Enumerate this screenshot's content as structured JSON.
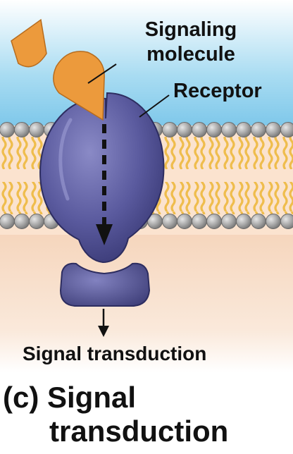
{
  "labels": {
    "signaling_molecule": [
      "Signaling",
      "molecule"
    ],
    "receptor": "Receptor",
    "signal_transduction": "Signal transduction"
  },
  "caption": {
    "line1": "(c) Signal",
    "line2": "transduction"
  },
  "colors": {
    "extracellular": "#8fd0ee",
    "cytoplasm": "#f6dbc4",
    "receptor": "#5a5a9e",
    "receptor_shadow": "#3d3d78",
    "signaling_molecule": "#ec9a3c",
    "lipid_head": "#9e9e9e",
    "lipid_tail": "#f1c45a"
  }
}
